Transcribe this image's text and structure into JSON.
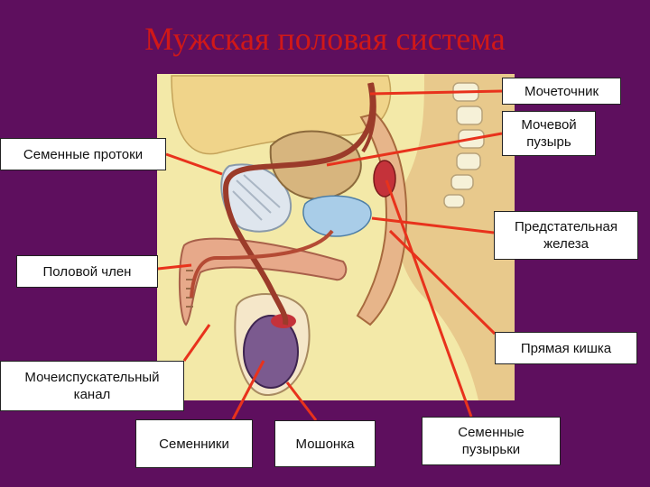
{
  "title": "Мужская половая система",
  "colors": {
    "background": "#5e0f5e",
    "title": "#d01818",
    "pointer": "#e8321c"
  },
  "labels": {
    "ureter": "Мочеточник",
    "bladder": "Мочевой\nпузырь",
    "vas_deferens": "Семенные протоки",
    "prostate": "Предстательная\nжелеза",
    "penis": "Половой член",
    "rectum": "Прямая кишка",
    "urethra": "Мочеиспускательный\nканал",
    "testes": "Семенники",
    "scrotum": "Мошонка",
    "seminal_vesicles": "Семенные\nпузырьки"
  }
}
